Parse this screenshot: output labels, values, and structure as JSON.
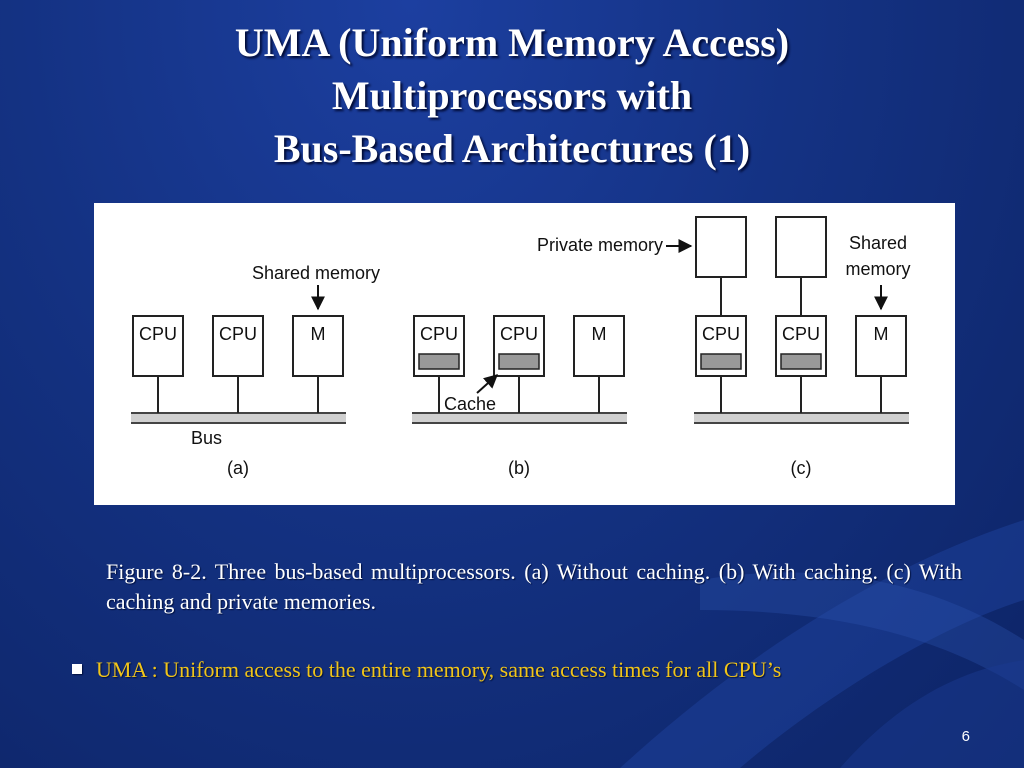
{
  "slide": {
    "title_lines": [
      "UMA (Uniform Memory Access)",
      "Multiprocessors with",
      "Bus-Based Architectures (1)"
    ],
    "caption": "Figure 8-2. Three bus-based multiprocessors. (a) Without caching. (b) With caching. (c) With caching and private memories.",
    "bullet": "UMA : Uniform access to the entire memory, same access times for all CPU’s",
    "page_number": "6"
  },
  "diagram": {
    "panel_a": {
      "cpu1": "CPU",
      "cpu2": "CPU",
      "memory": "M",
      "shared_memory_label": "Shared memory",
      "bus_label": "Bus",
      "panel_label": "(a)"
    },
    "panel_b": {
      "cpu1": "CPU",
      "cpu2": "CPU",
      "memory": "M",
      "cache_label": "Cache",
      "panel_label": "(b)"
    },
    "panel_c": {
      "cpu1": "CPU",
      "cpu2": "CPU",
      "memory": "M",
      "private_memory_label": "Private memory",
      "shared_memory_line1": "Shared",
      "shared_memory_line2": "memory",
      "panel_label": "(c)"
    }
  }
}
